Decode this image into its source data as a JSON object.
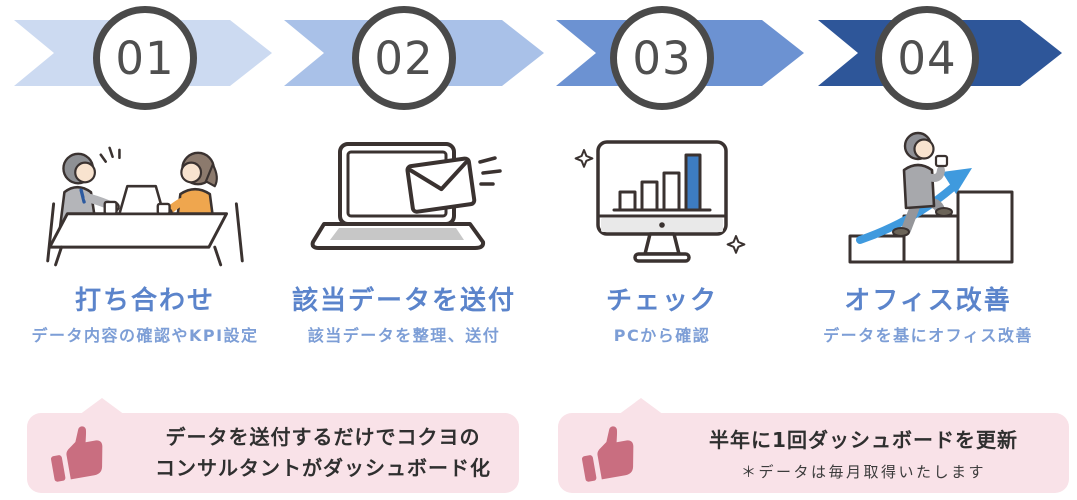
{
  "steps": [
    {
      "number": "01",
      "chevron_color": "#ccdaf1",
      "title": "打ち合わせ",
      "subtitle": "データ内容の確認やKPI設定",
      "illustration": "two-people-meeting-at-table"
    },
    {
      "number": "02",
      "chevron_color": "#a9c1e8",
      "title": "該当データを送付",
      "subtitle": "該当データを整理、送付",
      "illustration": "laptop-sending-mail"
    },
    {
      "number": "03",
      "chevron_color": "#6c92d2",
      "title": "チェック",
      "subtitle": "PCから確認",
      "illustration": "monitor-with-bar-chart"
    },
    {
      "number": "04",
      "chevron_color": "#2e5699",
      "title": "オフィス改善",
      "subtitle": "データを基にオフィス改善",
      "illustration": "person-climbing-stairs-with-growth-arrow"
    }
  ],
  "callouts": [
    {
      "icon": "thumbs-up-icon",
      "line1": "データを送付するだけでコクヨの",
      "line2": "コンサルタントがダッシュボード化"
    },
    {
      "icon": "thumbs-up-icon",
      "line1": "半年に1回ダッシュボードを更新",
      "note": "＊データは毎月取得いたします"
    }
  ],
  "colors": {
    "chevron_step1": "#ccdaf1",
    "chevron_step2": "#a9c1e8",
    "chevron_step3": "#6c92d2",
    "chevron_step4": "#2e5699",
    "step_title": "#5b84cb",
    "step_subtitle": "#7d9ed6",
    "circle_border": "#4a4a4a",
    "circle_number": "#4f4f4f",
    "callout_background": "#f9e2e8",
    "thumb_icon": "#c96e80",
    "callout_text": "#2f2f2f",
    "illustration_outline": "#3a3230",
    "chart_highlight_bar": "#3d7cc2",
    "growth_arrow": "#3f9ade",
    "woman_sweater": "#efa64e",
    "suit_gray": "#b4b5b9"
  }
}
